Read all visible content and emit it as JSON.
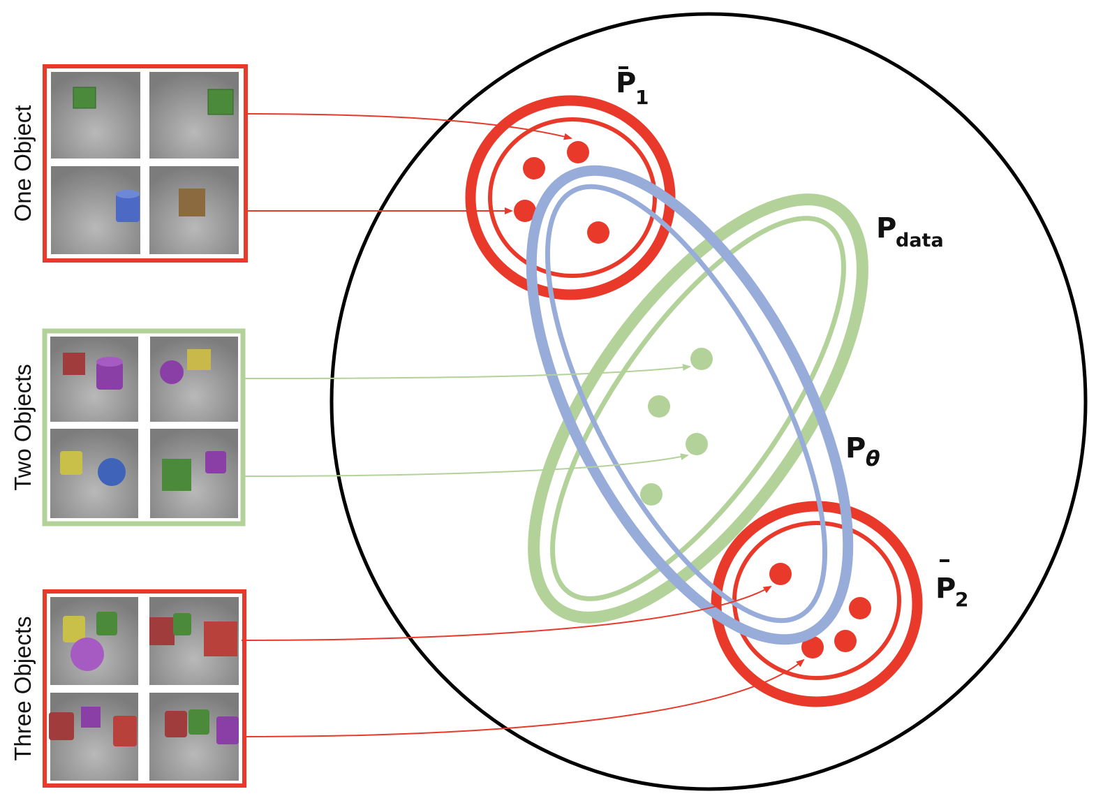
{
  "groups": [
    {
      "id": "one",
      "label": "One Object",
      "color": "#e8392a"
    },
    {
      "id": "two",
      "label": "Two Objects",
      "color": "#b3d29a"
    },
    {
      "id": "three",
      "label": "Three Objects",
      "color": "#e8392a"
    }
  ],
  "distributions": {
    "p1_bar": {
      "base": "P",
      "sub": "1"
    },
    "p2_bar": {
      "base": "P",
      "sub": "2"
    },
    "p_data": {
      "base": "P",
      "sub": "data"
    },
    "p_theta": {
      "base": "P",
      "sub": "θ"
    }
  },
  "colors": {
    "red": "#e8392a",
    "green": "#b3d29a",
    "blue": "#97acd9",
    "outline": "#000000"
  }
}
